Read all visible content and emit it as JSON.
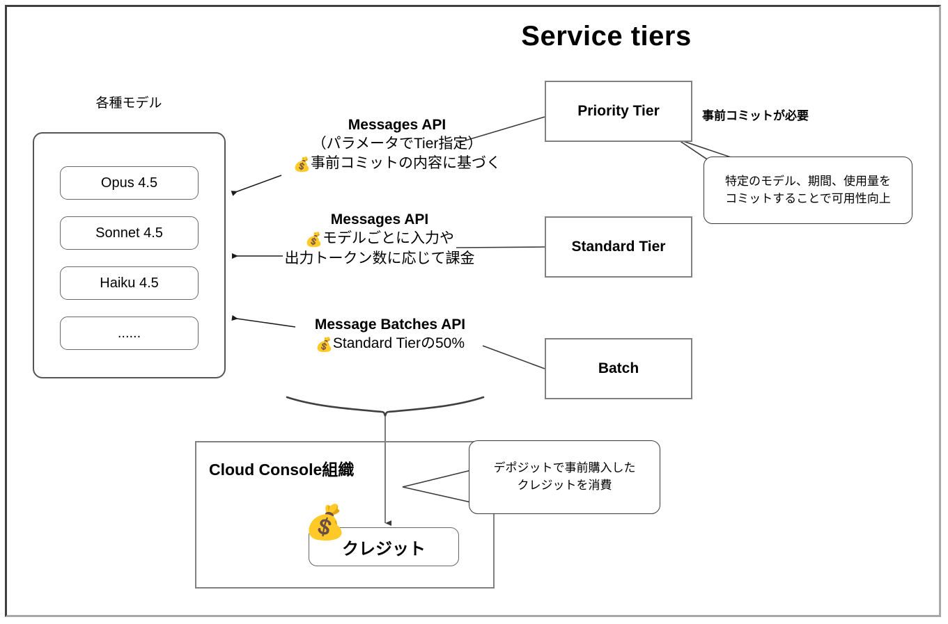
{
  "title": "Service tiers",
  "models": {
    "label": "各種モデル",
    "items": [
      {
        "name": "Opus 4.5"
      },
      {
        "name": "Sonnet 4.5"
      },
      {
        "name": "Haiku 4.5"
      },
      {
        "name": "......"
      }
    ]
  },
  "api_blocks": [
    {
      "title": "Messages API",
      "line2": "（パラメータでTier指定）",
      "money": "💰",
      "line3": "事前コミットの内容に基づく"
    },
    {
      "title": "Messages API",
      "money": "💰",
      "line2": "モデルごとに入力や",
      "line3": "出力トークン数に応じて課金"
    },
    {
      "title": "Message Batches API",
      "money": "💰",
      "line2": "Standard Tierの50%"
    }
  ],
  "tiers": [
    {
      "label": "Priority Tier"
    },
    {
      "label": "Standard Tier"
    },
    {
      "label": "Batch"
    }
  ],
  "notes": {
    "commit_required": "事前コミットが必要",
    "commit_detail_line1": "特定のモデル、期間、使用量を",
    "commit_detail_line2": "コミットすることで可用性向上",
    "credit_detail_line1": "デポジットで事前購入した",
    "credit_detail_line2": "クレジットを消費"
  },
  "console": {
    "title": "Cloud Console組織",
    "credit_label": "クレジット",
    "credit_icon": "💰"
  },
  "colors": {
    "frame_dark": "#3f3f3f",
    "frame_light": "#a8a8a8",
    "box_border": "#808080",
    "chip_border": "#666666",
    "line": "#3a3a3a",
    "text": "#000000"
  }
}
